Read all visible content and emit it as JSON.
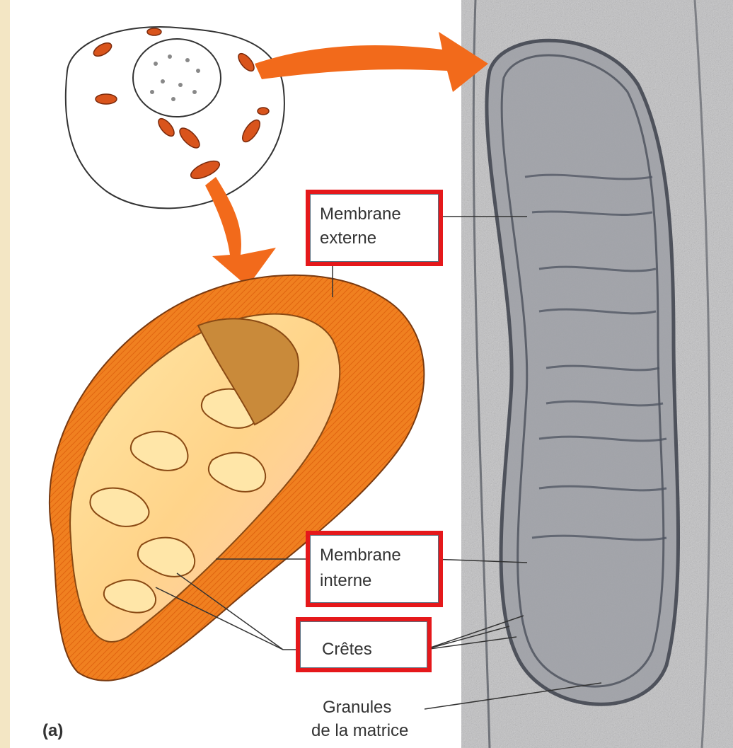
{
  "diagram": {
    "panel_letter": "(a)",
    "labels": {
      "outer_membrane": [
        "Membrane",
        "externe"
      ],
      "inner_membrane": [
        "Membrane",
        "interne"
      ],
      "cristae": "Crêtes",
      "matrix_granules": [
        "Granules",
        "de la matrice"
      ]
    },
    "colors": {
      "highlight_box": "#e5181b",
      "arrow": "#f26a1b",
      "mitochondrion_outer": "#f08020",
      "mitochondrion_inner": "#ffd98a",
      "page_background": "#f3e6c4"
    }
  }
}
